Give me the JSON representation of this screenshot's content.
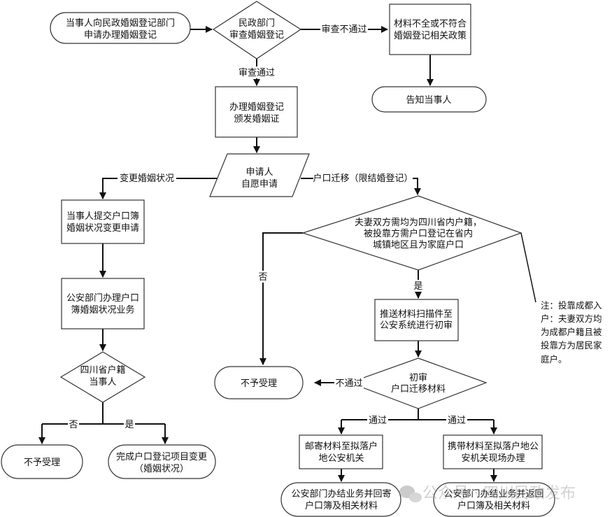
{
  "nodes": {
    "start": [
      "当事人向民政婚姻登记部门",
      "申请办理婚姻登记"
    ],
    "review": [
      "民政部门",
      "审查婚姻登记"
    ],
    "incomplete": [
      "材料不全或不符合",
      "婚姻登记相关政策"
    ],
    "notify": [
      "告知当事人"
    ],
    "register": [
      "办理婚姻登记",
      "颁发婚姻证"
    ],
    "apply": [
      "申请人",
      "自愿申请"
    ],
    "submit_change": [
      "当事人提交户口簿",
      "婚姻状况变更申请"
    ],
    "police_process": [
      "公安部门办理户口",
      "簿婚姻状况业务"
    ],
    "sichuan_check": [
      "四川省户籍",
      "当事人"
    ],
    "reject_left": [
      "不予受理"
    ],
    "complete_change": [
      "完成户口登记项目变更",
      "（婚姻状况）"
    ],
    "couple_check": [
      "夫妻双方需均为四川省内户籍，",
      "被投靠方需户口登记在省内",
      "城镇地区且为家庭户口"
    ],
    "push_scan": [
      "推送材料扫描件至",
      "公安系统进行初审"
    ],
    "initial_review": [
      "初审",
      "户口迁移材料"
    ],
    "reject_mid": [
      "不予受理"
    ],
    "mail": [
      "邮寄材料至拟落户",
      "地公安机关"
    ],
    "carry": [
      "携带材料至拟落户地公",
      "安机关现场办理"
    ],
    "mail_done": [
      "公安部门办结业务并回寄",
      "户口簿及相关材料"
    ],
    "carry_done": [
      "公安部门办结业务并返回",
      "户口簿及相关材料"
    ]
  },
  "edges": {
    "review_fail": "审查不通过",
    "review_pass": "审查通过",
    "change_marriage": "变更婚姻状况",
    "hukou_move": "户口迁移（限结婚登记）",
    "no_mid": "否",
    "yes_mid": "是",
    "not_pass": "不通过",
    "pass_left": "通过",
    "pass_right": "通过",
    "no_left": "否",
    "yes_left": "是"
  },
  "note": [
    "注：投靠成都入",
    "户：夫妻双方均",
    "为成都户籍且被",
    "投靠方为居民家",
    "庭户。"
  ],
  "watermark": "公众号 · 四川民政发布"
}
